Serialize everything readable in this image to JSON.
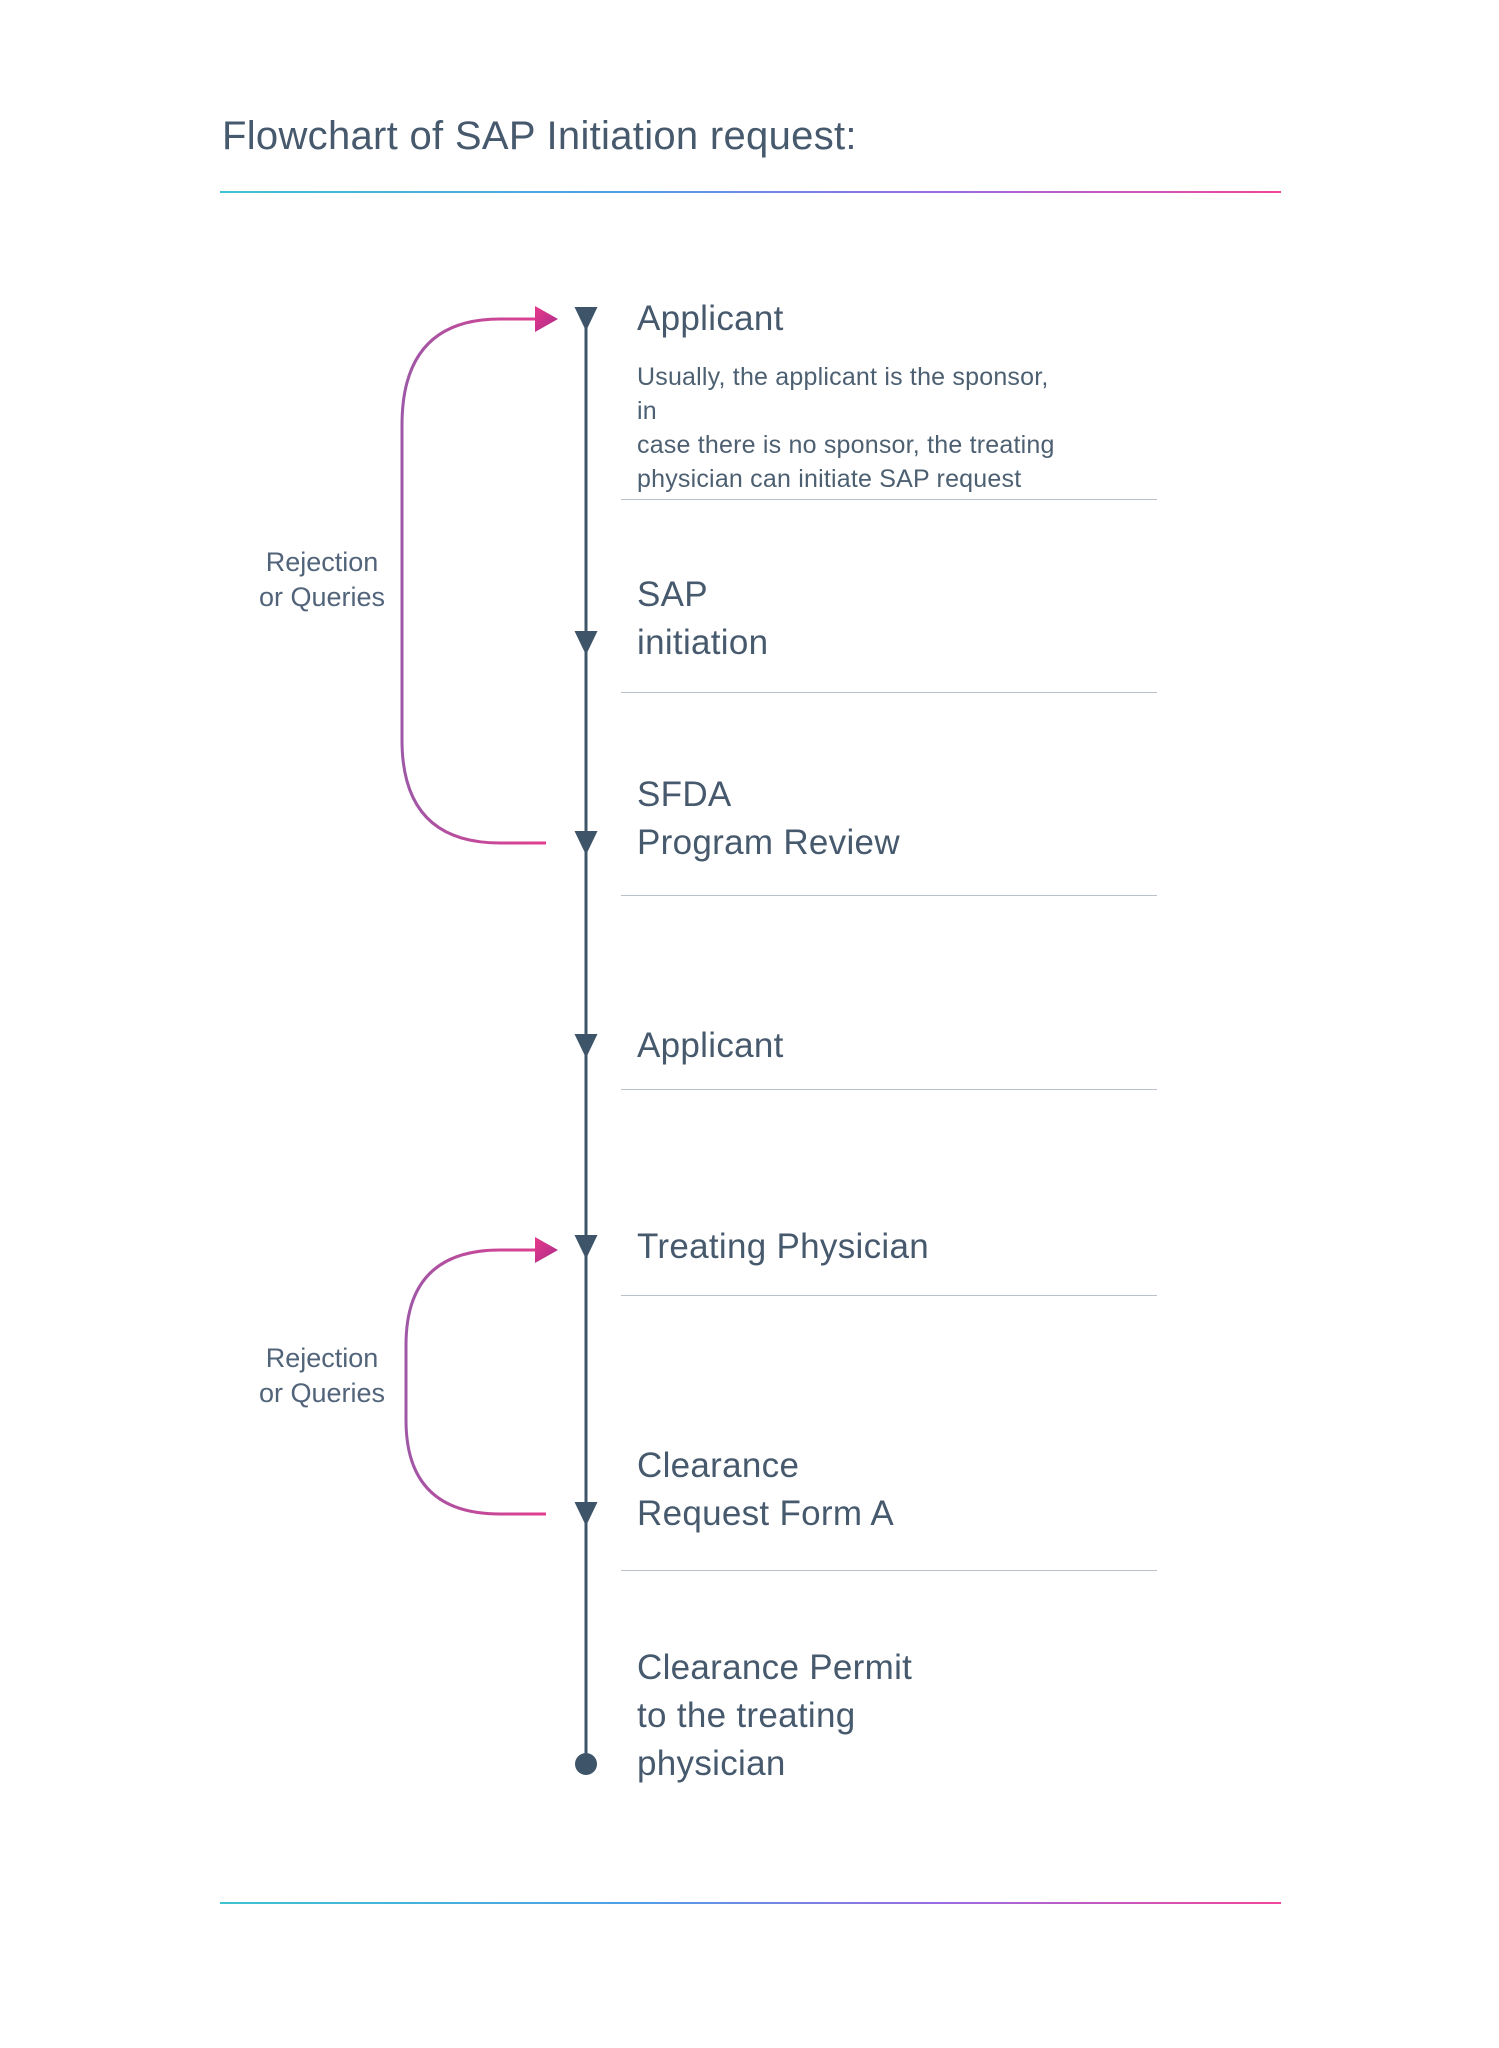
{
  "page": {
    "title": "Flowchart of SAP Initiation request:"
  },
  "colors": {
    "text": "#46596d",
    "timeline": "#3e5469",
    "divider": "#b9c2cb",
    "accent_pink": "#e93a8c",
    "accent_purple": "#9d58a7",
    "rule_gradient": [
      "#3fc3d0",
      "#4fa0e6",
      "#9a6be2",
      "#f2459a"
    ]
  },
  "flowchart": {
    "steps": [
      {
        "title": "Applicant",
        "description": "Usually, the applicant is the sponsor, in\ncase there is no sponsor, the treating\nphysician can initiate SAP request"
      },
      {
        "title": "SAP\ninitiation"
      },
      {
        "title": "SFDA\nProgram Review"
      },
      {
        "title": "Applicant"
      },
      {
        "title": "Treating Physician"
      },
      {
        "title": "Clearance\nRequest Form A"
      },
      {
        "title": "Clearance Permit\nto the treating\nphysician"
      }
    ],
    "feedback_loops": [
      {
        "label": "Rejection\nor Queries",
        "from": "SFDA Program Review",
        "to": "Applicant"
      },
      {
        "label": "Rejection\nor Queries",
        "from": "Clearance Request Form A",
        "to": "Treating Physician"
      }
    ]
  }
}
